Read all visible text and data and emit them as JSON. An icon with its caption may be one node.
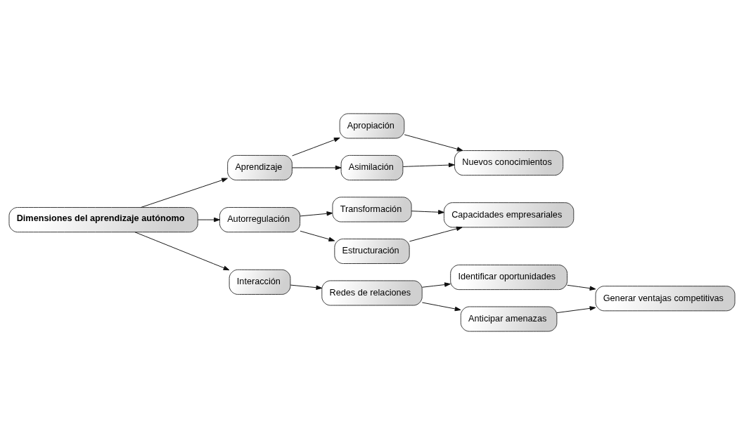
{
  "diagram": {
    "nodes": [
      {
        "text": [
          "Dimensiones del aprendizaje autónomo"
        ]
      },
      {
        "text": [
          "Aprendizaje"
        ]
      },
      {
        "text": [
          "Apropiación"
        ]
      },
      {
        "text": [
          "Asimilación"
        ]
      },
      {
        "text": [
          "Nuevos conocimientos"
        ]
      },
      {
        "text": [
          "Autorregulación"
        ]
      },
      {
        "text": [
          "Transformación"
        ]
      },
      {
        "text": [
          "Estructuración"
        ]
      },
      {
        "text": [
          "Capacidades empresariales"
        ]
      },
      {
        "text": [
          "Interacción"
        ]
      },
      {
        "text": [
          "Redes de relaciones"
        ]
      },
      {
        "text": [
          "Identificar oportunidades"
        ]
      },
      {
        "text": [
          "Anticipar amenazas"
        ]
      },
      {
        "text": [
          "Generar ventajas competitivas"
        ]
      }
    ],
    "edges": [
      {
        "from": 0,
        "to": 1,
        "arrow": "to"
      },
      {
        "from": 0,
        "to": 5,
        "arrow": "to"
      },
      {
        "from": 0,
        "to": 9,
        "arrow": "to"
      },
      {
        "from": 1,
        "to": 2,
        "arrow": "to"
      },
      {
        "from": 1,
        "to": 3,
        "arrow": "to"
      },
      {
        "from": 2,
        "to": 4,
        "arrow": "to"
      },
      {
        "from": 3,
        "to": 4,
        "arrow": "to"
      },
      {
        "from": 5,
        "to": 6,
        "arrow": "to"
      },
      {
        "from": 5,
        "to": 7,
        "arrow": "to"
      },
      {
        "from": 6,
        "to": 8,
        "arrow": "to"
      },
      {
        "from": 7,
        "to": 8,
        "arrow": "to"
      },
      {
        "from": 9,
        "to": 10,
        "arrow": "to"
      },
      {
        "from": 10,
        "to": 11,
        "arrow": "to"
      },
      {
        "from": 10,
        "to": 12,
        "arrow": "to"
      },
      {
        "from": 11,
        "to": 13,
        "arrow": "to"
      },
      {
        "from": 12,
        "to": 13,
        "arrow": "to"
      }
    ]
  }
}
